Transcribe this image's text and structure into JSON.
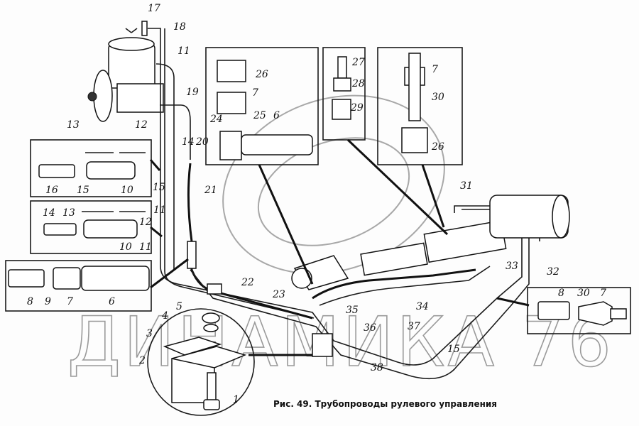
{
  "caption": "Рис. 49. Трубопроводы рулевого управления",
  "watermark": "ДИНАМИКА 76",
  "callouts": [
    "17",
    "18",
    "11",
    "19",
    "14",
    "20",
    "21",
    "13",
    "12",
    "16",
    "15",
    "10",
    "15",
    "11",
    "14",
    "13",
    "12",
    "10",
    "11",
    "8",
    "9",
    "7",
    "6",
    "5",
    "4",
    "3",
    "2",
    "1",
    "22",
    "23",
    "36",
    "37",
    "15",
    "38",
    "35",
    "34",
    "33",
    "32",
    "31",
    "8",
    "30",
    "7",
    "26",
    "7",
    "24",
    "25",
    "6",
    "27",
    "28",
    "29",
    "7",
    "30",
    "26"
  ]
}
